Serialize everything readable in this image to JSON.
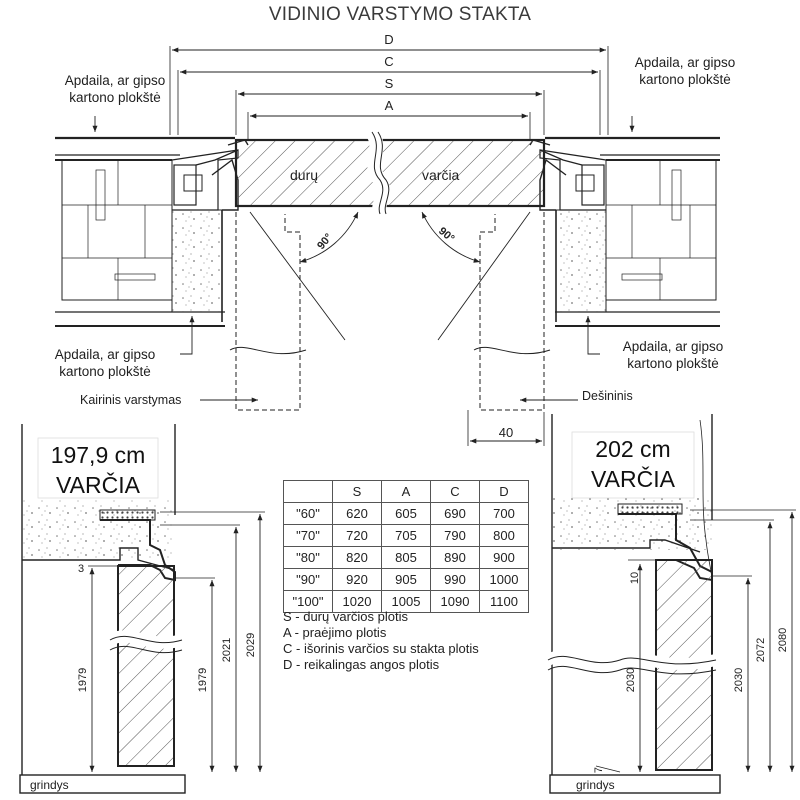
{
  "title": "VIDINIO VARSTYMO STAKTA",
  "dimension_letters": {
    "D": "D",
    "C": "C",
    "S": "S",
    "A": "A"
  },
  "labels": {
    "finish_line1": "Apdaila, ar gipso",
    "finish_line2": "kartono plokštė",
    "door_word": "durų",
    "leaf_word": "varčia",
    "angle": "90°",
    "left_hinge": "Kairinis varstymas",
    "right_hinge": "Dešininis",
    "offset_40": "40",
    "floor": "grindys"
  },
  "left_section": {
    "height_cm": "197,9 cm",
    "leaf": "VARČIA",
    "dims": {
      "gap": "3",
      "leaf_h": "1979",
      "door_h": "1979",
      "frame_inner": "2021",
      "frame_outer": "2029"
    }
  },
  "right_section": {
    "height_cm": "202 cm",
    "leaf": "VARČIA",
    "dims": {
      "gap": "10",
      "leaf_h": "2030",
      "door_h": "2030",
      "frame_inner": "2072",
      "frame_outer": "2080",
      "bottom": "7"
    }
  },
  "table": {
    "headers": [
      "",
      "S",
      "A",
      "C",
      "D"
    ],
    "rows": [
      [
        "\"60\"",
        "620",
        "605",
        "690",
        "700"
      ],
      [
        "\"70\"",
        "720",
        "705",
        "790",
        "800"
      ],
      [
        "\"80\"",
        "820",
        "805",
        "890",
        "900"
      ],
      [
        "\"90\"",
        "920",
        "905",
        "990",
        "1000"
      ],
      [
        "\"100\"",
        "1020",
        "1005",
        "1090",
        "1100"
      ]
    ]
  },
  "legend": [
    "S -  durų varčios plotis",
    "A -  praėjimo plotis",
    "C - išorinis varčios su stakta plotis",
    "D - reikalingas angos plotis"
  ]
}
